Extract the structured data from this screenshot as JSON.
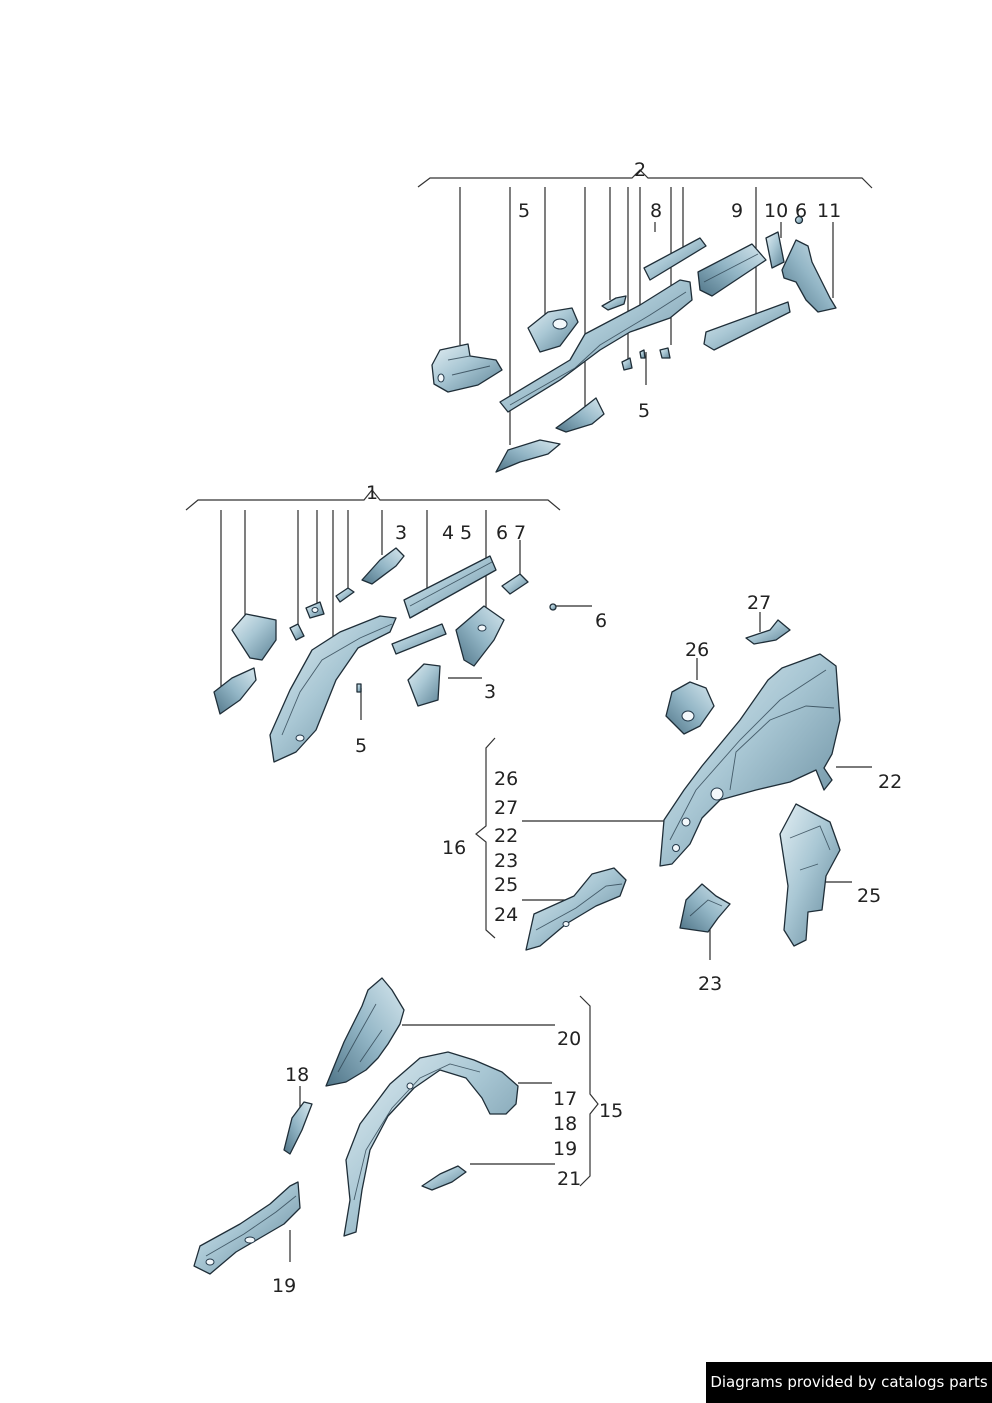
{
  "callouts": {
    "g2_main": "2",
    "g2_a": "5",
    "g2_b": "8",
    "g2_c": "9",
    "g2_d": "10",
    "g2_e": "6",
    "g2_f": "11",
    "g2_g": "5",
    "g1_main": "1",
    "g1_a": "3",
    "g1_b": "4",
    "g1_c": "5",
    "g1_d": "6",
    "g1_e": "7",
    "g1_f": "6",
    "g1_g": "3",
    "g1_h": "5",
    "g16_main": "16",
    "g16_list": [
      "26",
      "27",
      "22",
      "23",
      "25",
      "24"
    ],
    "g16_a": "27",
    "g16_b": "26",
    "g16_c": "22",
    "g16_d": "25",
    "g16_e": "23",
    "g15_main": "15",
    "g15_list": [
      "17",
      "18",
      "19",
      "21"
    ],
    "g15_a": "20",
    "g15_b": "18",
    "g15_c": "19"
  },
  "colors": {
    "steel_light": "#c9dde6",
    "steel_mid": "#8fb3c4",
    "steel_dark": "#4f7487",
    "outline": "#1f2e38"
  },
  "footer": {
    "text": "Diagrams provided by catalogs parts"
  }
}
